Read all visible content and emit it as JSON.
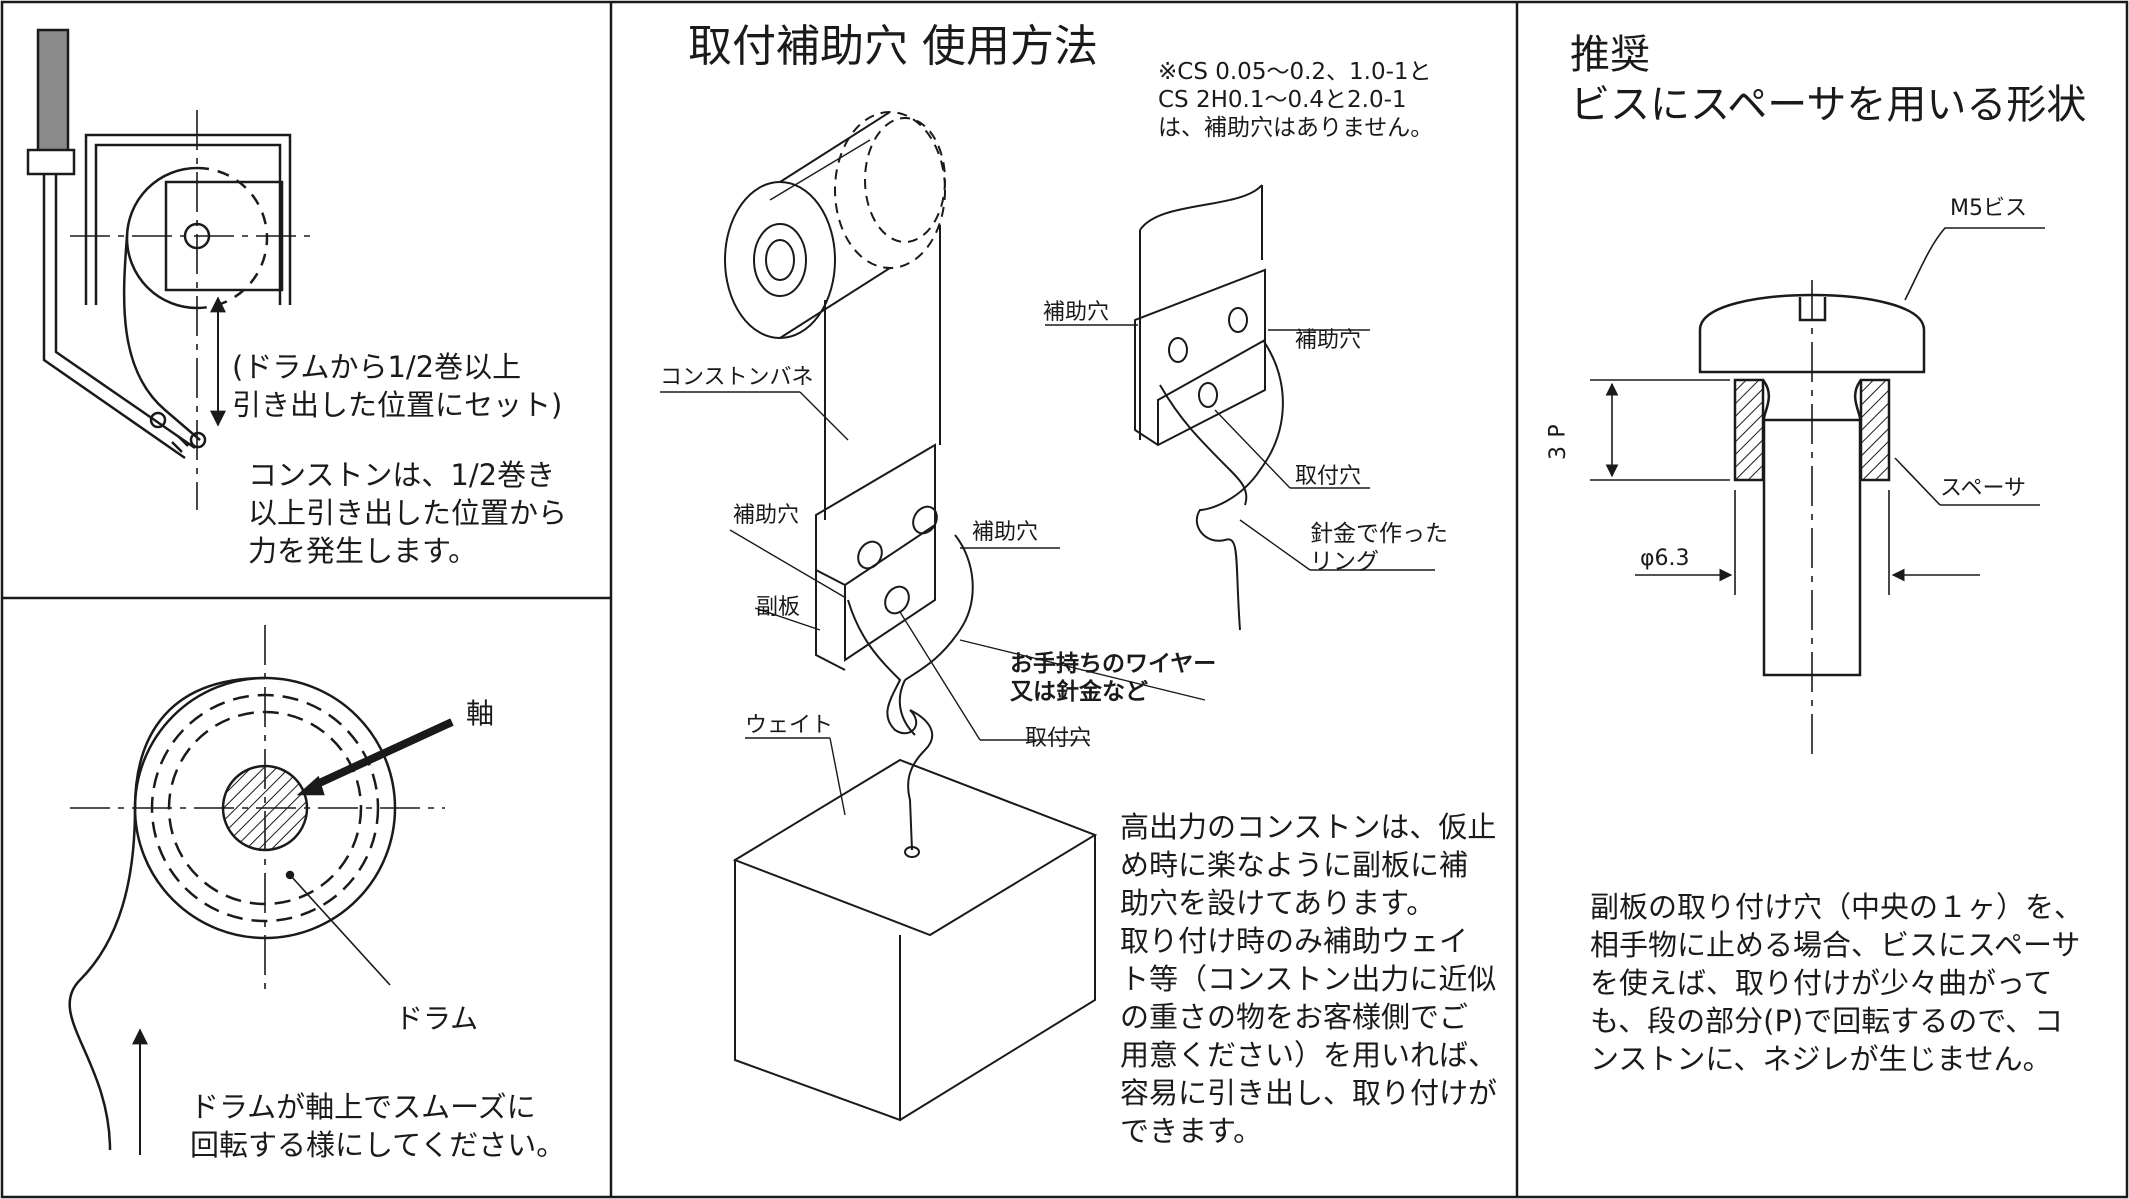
{
  "panel_top_left": {
    "paren_note": "(ドラムから1/2巻以上\n 引き出した位置にセット)",
    "description": "コンストンは、1/2巻き\n以上引き出した位置から\n力を発生します。"
  },
  "panel_bottom_left": {
    "label_shaft": "軸",
    "label_drum": "ドラム",
    "description": "ドラムが軸上でスムーズに\n回転する様にしてください。"
  },
  "panel_middle": {
    "title": "取付補助穴 使用方法",
    "note": "※CS 0.05〜0.2、1.0-1と\n  CS 2H0.1〜0.4と2.0-1\n  は、補助穴はありません。",
    "label_spring": "コンストンバネ",
    "label_aux_hole_left": "補助穴",
    "label_aux_hole_right": "補助穴",
    "label_sub_plate": "副板",
    "label_wire": "お手持ちのワイヤー\n又は針金など",
    "label_mount_hole": "取付穴",
    "label_weight": "ウェイト",
    "label_aux_hole_left2": "補助穴",
    "label_aux_hole_right2": "補助穴",
    "label_mount_hole2": "取付穴",
    "label_ring": "針金で作った\nリング",
    "description": "高出力のコンストンは、仮止\nめ時に楽なように副板に補\n助穴を設けてあります。\n取り付け時のみ補助ウェイ\nト等（コンストン出力に近似\nの重さの物をお客様側でご\n用意ください）を用いれば、\n容易に引き出し、取り付けが\nできます。"
  },
  "panel_right": {
    "title": "推奨\nビスにスペーサを用いる形状",
    "label_screw": "M5ビス",
    "label_spacer": "スペーサ",
    "label_p": "P",
    "label_p_value": "3",
    "label_dia": "φ6.3",
    "description": "副板の取り付け穴（中央の１ヶ）を、\n相手物に止める場合、ビスにスペーサ\nを使えば、取り付けが少々曲がって\nも、段の部分(P)で回転するので、コ\nンストンに、ネジレが生じません。"
  },
  "colors": {
    "line": "#1a1a1a",
    "post_fill": "#8a8a8a"
  }
}
